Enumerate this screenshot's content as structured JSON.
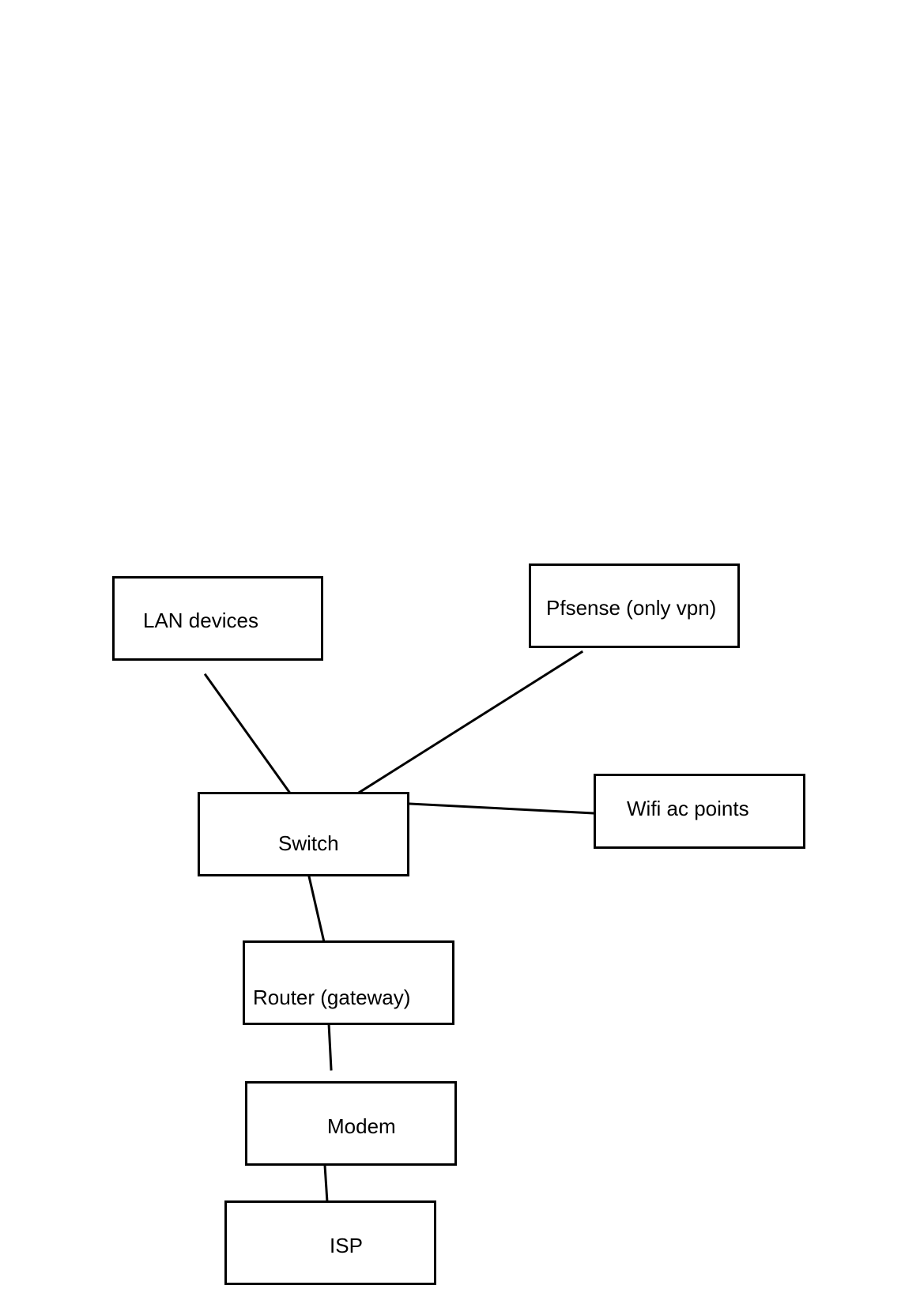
{
  "diagram": {
    "nodes": {
      "lan_devices": "LAN devices",
      "pfsense": "Pfsense (only vpn)",
      "wifi": "Wifi ac points",
      "switch": "Switch",
      "router": "Router (gateway)",
      "modem": "Modem",
      "isp": "ISP"
    },
    "edges": [
      {
        "from": "lan_devices",
        "to": "switch"
      },
      {
        "from": "pfsense",
        "to": "switch"
      },
      {
        "from": "switch",
        "to": "wifi"
      },
      {
        "from": "switch",
        "to": "router"
      },
      {
        "from": "router",
        "to": "modem"
      },
      {
        "from": "modem",
        "to": "isp"
      }
    ]
  },
  "colors": {
    "stroke": "#000000",
    "background": "#ffffff"
  }
}
